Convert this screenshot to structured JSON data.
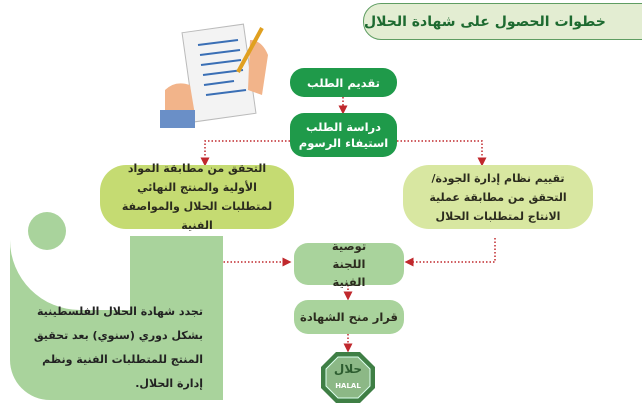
{
  "title": "خطوات الحصول على شهادة الحلال",
  "steps": {
    "submit": "تقديم الطلب",
    "study_line1": "دراسة الطلب",
    "study_line2": "استيفاء الرسوم",
    "check_materials": "التحقق من مطابقة المواد الأولية والمنتج النهائي لمتطلبات الحلال والمواصفة الفنية",
    "quality_eval": "تقييم نظام إدارة الجودة/ التحقق من مطابقة عملية الانتاج لمتطلبات الحلال",
    "committee": "توصية اللجنة الفنية",
    "decision": "قرار منح الشهادة"
  },
  "note": "تجدد شهادة الحلال الفلسطينية بشكل دوري (سنوي) بعد تحقيق المنتج للمتطلبات الفنية ونظم إدارة الحلال.",
  "seal": {
    "arabic": "حلال",
    "latin": "HALAL"
  },
  "colors": {
    "primary": "#1f9a4a",
    "arrow": "#c0282d",
    "light": "#a9d39c"
  }
}
